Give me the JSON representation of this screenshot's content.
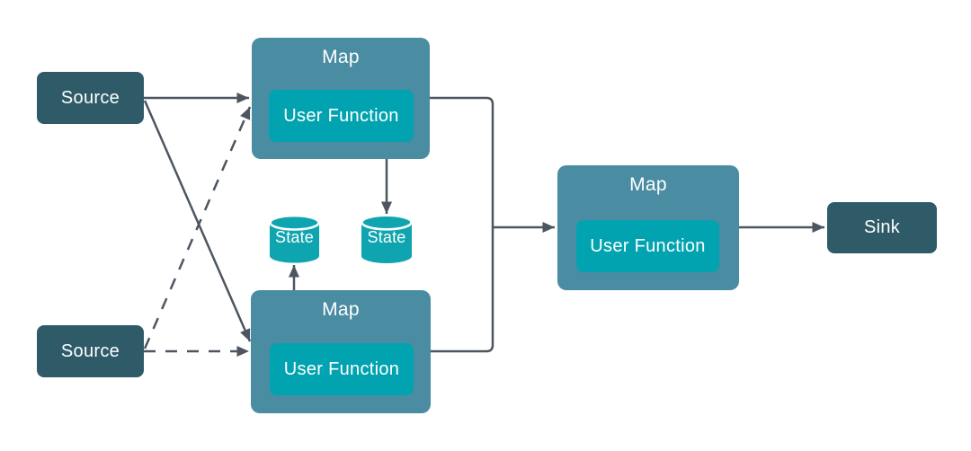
{
  "colors": {
    "background": "#ffffff",
    "source_fill": "#2f5b69",
    "sink_fill": "#2f5b69",
    "map_fill": "#4a8ca2",
    "user_function_fill": "#02a3b0",
    "state_fill": "#0ea5b0",
    "connector": "#4d5660",
    "text": "#ffffff"
  },
  "nodes": {
    "source_top": {
      "label": "Source"
    },
    "source_bottom": {
      "label": "Source"
    },
    "map_top": {
      "title": "Map",
      "user_function_label": "User Function"
    },
    "map_bottom": {
      "title": "Map",
      "user_function_label": "User Function"
    },
    "map_right": {
      "title": "Map",
      "user_function_label": "User Function"
    },
    "state_left": {
      "label": "State"
    },
    "state_right": {
      "label": "State"
    },
    "sink": {
      "label": "Sink"
    }
  },
  "edges": [
    {
      "from": "source_top",
      "to": "map_top",
      "style": "solid-arrow"
    },
    {
      "from": "source_top",
      "to": "map_bottom",
      "style": "solid-arrow"
    },
    {
      "from": "source_bottom",
      "to": "map_top",
      "style": "dashed-arrow"
    },
    {
      "from": "source_bottom",
      "to": "map_bottom",
      "style": "dashed-arrow"
    },
    {
      "from": "map_top",
      "to": "map_right",
      "style": "solid-arrow-merged"
    },
    {
      "from": "map_bottom",
      "to": "map_right",
      "style": "solid-arrow-merged"
    },
    {
      "from": "map_right",
      "to": "sink",
      "style": "solid-arrow"
    },
    {
      "from": "map_top.user_function",
      "to": "state_right",
      "style": "double-arrow"
    },
    {
      "from": "map_bottom.user_function",
      "to": "state_left",
      "style": "double-arrow"
    }
  ]
}
